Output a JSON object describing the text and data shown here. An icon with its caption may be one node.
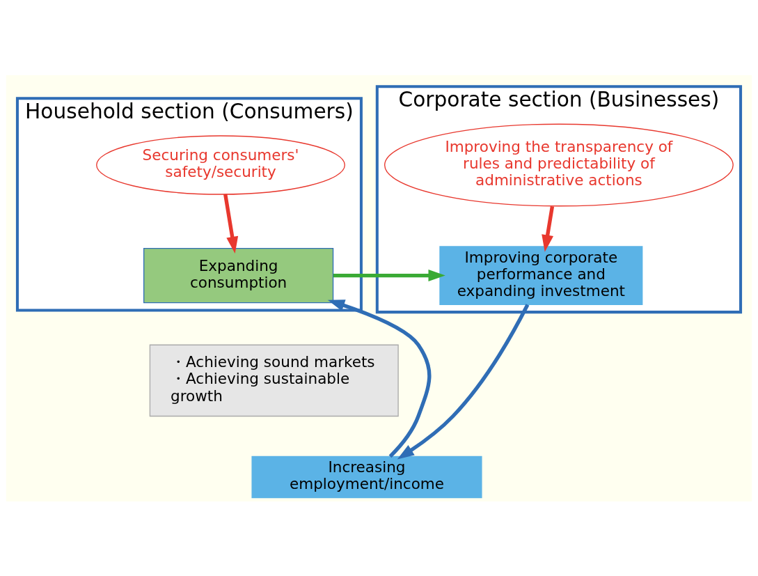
{
  "diagram": {
    "nodes": [
      {
        "text": [
          "Household section (Consumers)"
        ]
      },
      {
        "text": [
          "Corporate section (Businesses)"
        ]
      },
      {
        "text": [
          "Securing consumers' safety/security"
        ],
        "in": 0
      },
      {
        "text": [
          "Expanding consumption"
        ],
        "in": 0
      },
      {
        "text": [
          "Improving the transparency of rules and predictability of administrative actions"
        ],
        "in": 1
      },
      {
        "text": [
          "Improving corporate performance and expanding investment"
        ],
        "in": 1
      },
      {
        "text": [
          "・Achieving sound markets",
          "・Achieving sustainable growth"
        ]
      },
      {
        "text": [
          "Increasing employment/income"
        ]
      }
    ],
    "edges": [
      {
        "from": 2,
        "to": 3,
        "arrow": "to",
        "color": "#e8382e"
      },
      {
        "from": 4,
        "to": 5,
        "arrow": "to",
        "color": "#e8382e"
      },
      {
        "from": 3,
        "to": 5,
        "arrow": "to",
        "color": "#3aaa35"
      },
      {
        "from": 5,
        "to": 7,
        "arrow": "to",
        "color": "#2f6db5"
      },
      {
        "from": 7,
        "to": 3,
        "arrow": "to",
        "color": "#2f6db5"
      }
    ]
  }
}
